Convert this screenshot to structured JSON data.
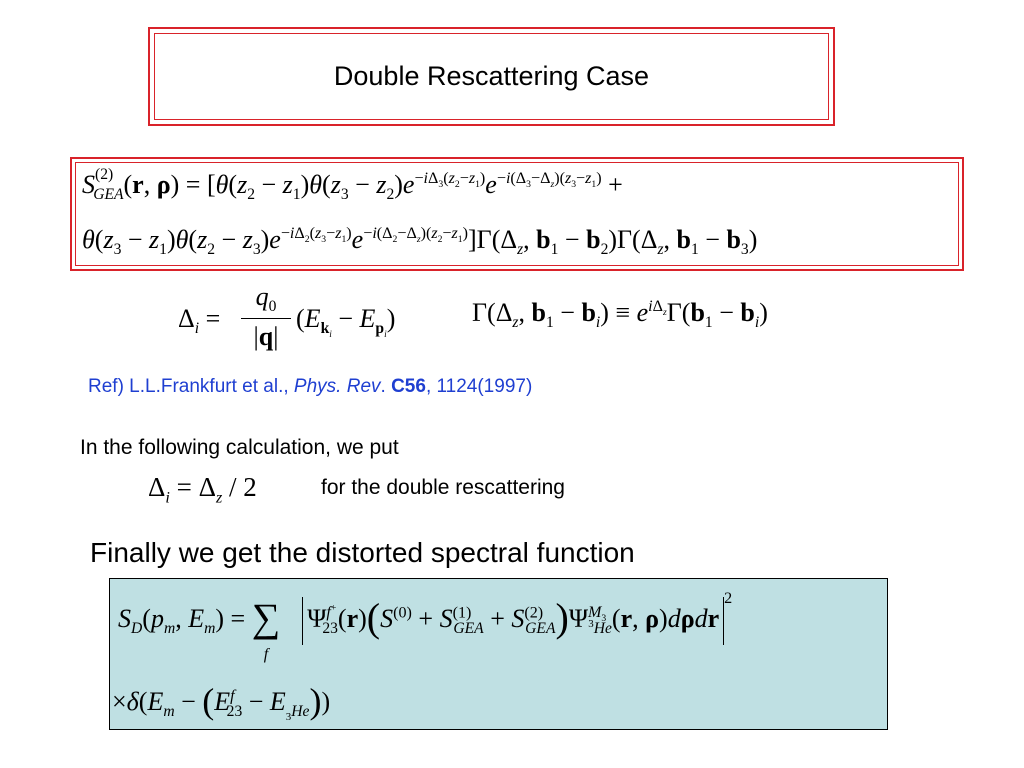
{
  "slide": {
    "title": "Double Rescattering Case",
    "ref_prefix": "Ref) L.L.Frankfurt et al., ",
    "ref_journal": "Phys. Rev",
    "ref_dot": ". ",
    "ref_volume": "C56",
    "ref_rest": ", 1124(1997)",
    "calc_text": "In the following calculation, we put",
    "double_text": "for the double rescattering",
    "final_text": "Finally we get the distorted spectral function"
  },
  "colors": {
    "frame_red": "#d9232a",
    "ref_blue": "#1f3fd1",
    "formula_box_bg": "#bfe0e3"
  }
}
